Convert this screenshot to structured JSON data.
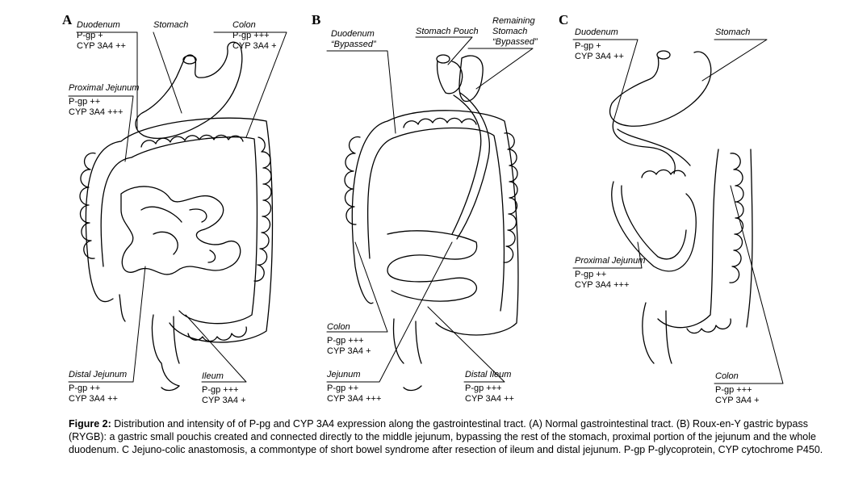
{
  "panels": {
    "a": {
      "letter": "A",
      "duodenum": {
        "name": "Duodenum",
        "l1": "P-gp +",
        "l2": "CYP 3A4 ++"
      },
      "stomach": {
        "name": "Stomach"
      },
      "colon": {
        "name": "Colon",
        "l1": "P-gp +++",
        "l2": "CYP 3A4 +"
      },
      "proximal": {
        "name": "Proximal Jejunum",
        "l1": "P-gp ++",
        "l2": "CYP 3A4 +++"
      },
      "distal": {
        "name": "Distal Jejunum",
        "l1": "P-gp ++",
        "l2": "CYP 3A4 ++"
      },
      "ileum": {
        "name": "Ileum",
        "l1": "P-gp +++",
        "l2": "CYP 3A4 +"
      }
    },
    "b": {
      "letter": "B",
      "duodenum": {
        "name": "Duodenum",
        "name2": "“Bypassed”"
      },
      "pouch": {
        "name": "Stomach Pouch"
      },
      "remaining": {
        "n1": "Remaining",
        "n2": "Stomach",
        "n3": "“Bypassed”"
      },
      "colon": {
        "name": "Colon",
        "l1": "P-gp +++",
        "l2": "CYP 3A4 +"
      },
      "jejunum": {
        "name": "Jejunum",
        "l1": "P-gp ++",
        "l2": "CYP 3A4 +++"
      },
      "ileum": {
        "name": "Distal Ileum",
        "l1": "P-gp +++",
        "l2": "CYP 3A4 ++"
      }
    },
    "c": {
      "letter": "C",
      "duodenum": {
        "name": "Duodenum",
        "l1": "P-gp +",
        "l2": "CYP 3A4 ++"
      },
      "stomach": {
        "name": "Stomach"
      },
      "proximal": {
        "name": "Proximal Jejunum",
        "l1": "P-gp ++",
        "l2": "CYP 3A4 +++"
      },
      "colon": {
        "name": "Colon",
        "l1": "P-gp +++",
        "l2": "CYP 3A4 +"
      }
    }
  },
  "caption": {
    "figure_label": "Figure 2:",
    "text": " Distribution and intensity of of P-pg and CYP 3A4 expression along the gastrointestinal tract. (A) Normal gastrointestinal tract. (B) Roux-en-Y gastric bypass (RYGB): a gastric small pouchis created and connected directly to the middle jejunum, bypassing the rest of the stomach, proximal portion of the jejunum and the whole duodenum. C Jejuno-colic anastomosis, a commontype of short bowel syndrome after resection of ileum and distal jejunum. P-gp P-glycoprotein, CYP cytochrome P450."
  }
}
